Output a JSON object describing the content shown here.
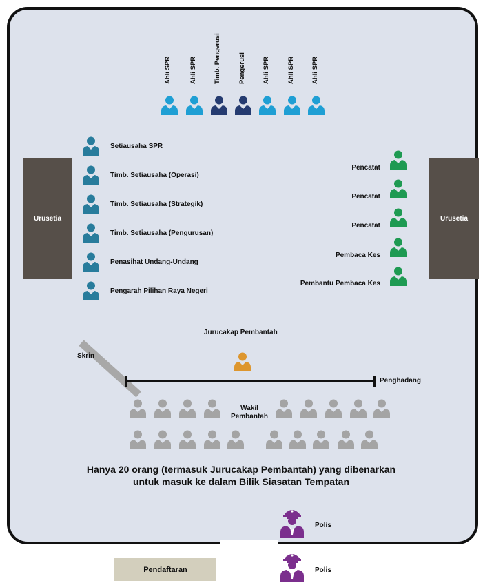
{
  "colors": {
    "panel": "#1f9fd4",
    "chair": "#253b70",
    "secretariat": "#287c9c",
    "clerk": "#1e9a52",
    "objector": "#dd962e",
    "representative": "#a4a4a4",
    "police": "#7b2f8d",
    "desk": "#564f49",
    "registration": "#d3cfbd"
  },
  "panel": [
    "Ahli SPR",
    "Ahli SPR",
    "Timb. Pengerusi",
    "Pengerusi",
    "Ahli SPR",
    "Ahli SPR",
    "Ahli SPR"
  ],
  "secretariat_staff": [
    "Setiausaha SPR",
    "Timb. Setiausaha (Operasi)",
    "Timb. Setiausaha (Strategik)",
    "Timb. Setiausaha (Pengurusan)",
    "Penasihat Undang-Undang",
    "Pengarah Pilihan Raya Negeri"
  ],
  "clerks": [
    "Pencatat",
    "Pencatat",
    "Pencatat",
    "Pembaca Kes",
    "Pembantu Pembaca Kes"
  ],
  "desk_left": "Urusetia",
  "desk_right": "Urusetia",
  "screen_label": "Skrin",
  "objector_spokesperson": "Jurucakap Pembantah",
  "barrier_label": "Penghadang",
  "representatives_label_1": "Wakil",
  "representatives_label_2": "Pembantah",
  "notice_line1": "Hanya 20 orang (termasuk Jurucakap Pembantah) yang dibenarkan",
  "notice_line2": "untuk masuk ke dalam Bilik Siasatan Tempatan",
  "police_1": "Polis",
  "police_2": "Polis",
  "registration": "Pendaftaran"
}
